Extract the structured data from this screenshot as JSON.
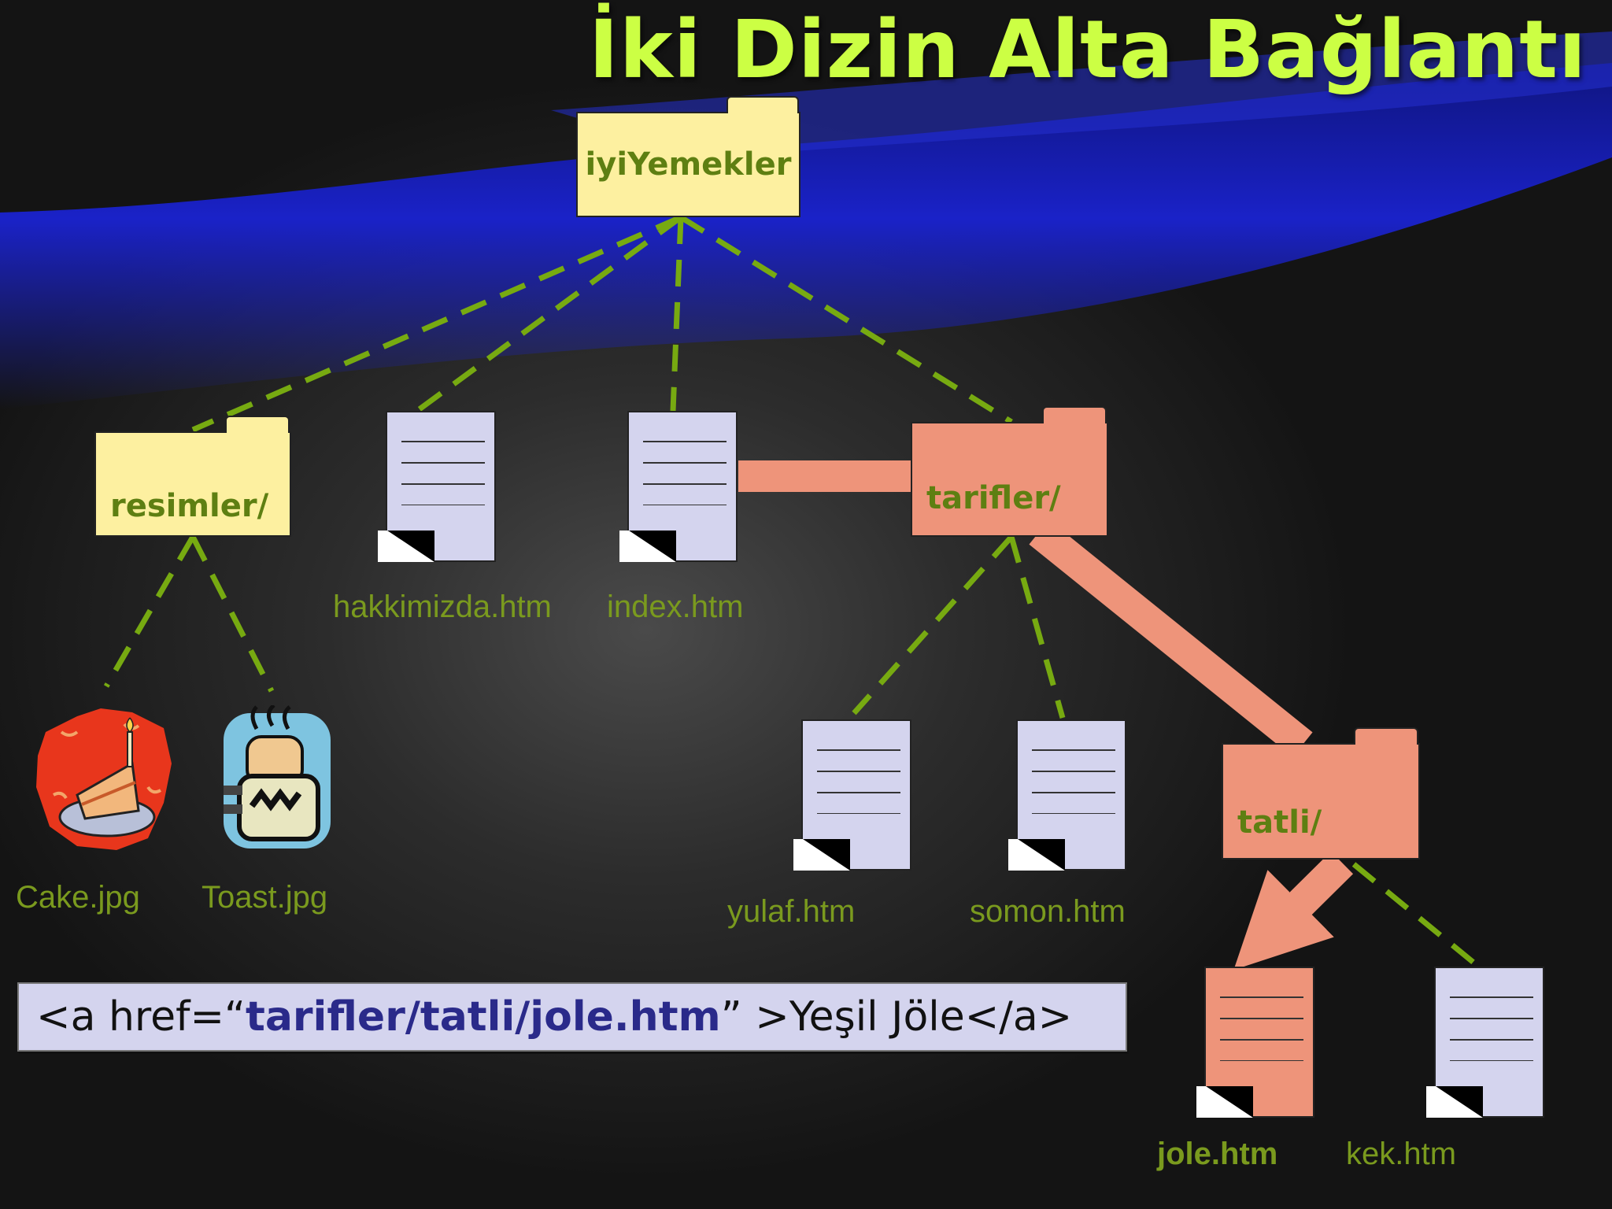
{
  "title": "İki Dizin Alta Bağlantı",
  "folders": {
    "root": "iyiYemekler",
    "resimler": "resimler/",
    "tarifler": "tarifler/",
    "tatli": "tatli/"
  },
  "files": {
    "hakkimizda": "hakkimizda.htm",
    "index": "index.htm",
    "cake": "Cake.jpg",
    "toast": "Toast.jpg",
    "yulaf": "yulaf.htm",
    "somon": "somon.htm",
    "jole": "jole.htm",
    "kek": "kek.htm"
  },
  "code": {
    "prefix": "<a href=“",
    "path": "tarifler/tatli/jole.htm",
    "suffix": "” >Yeşil Jöle</a>"
  },
  "colors": {
    "title": "#ccff44",
    "dashed_link": "#77aa11",
    "highlight_path": "#ee947a",
    "folder_yellow": "#fdf0a0",
    "document": "#d4d4ee",
    "label": "#7a9a1e",
    "wave": "#1a22c8"
  }
}
